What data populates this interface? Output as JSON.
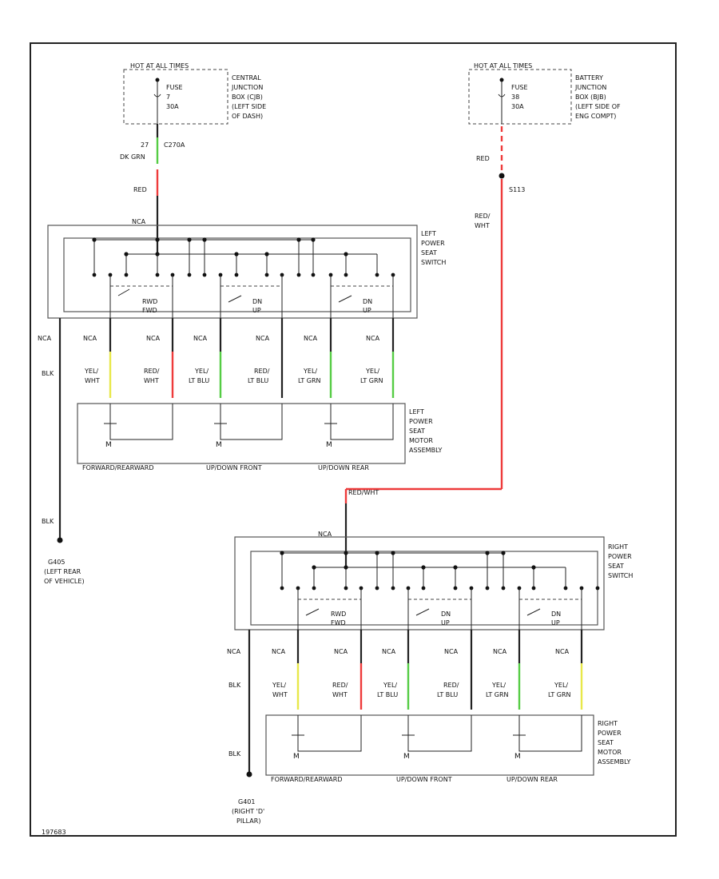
{
  "diagram_id": "197683",
  "fuse_left": {
    "header": "HOT AT ALL TIMES",
    "fuse": [
      "FUSE",
      "7",
      "30A"
    ],
    "location": [
      "CENTRAL",
      "JUNCTION",
      "BOX (CJB)",
      "(LEFT SIDE",
      "OF DASH)"
    ]
  },
  "fuse_right": {
    "header": "HOT AT ALL TIMES",
    "fuse": [
      "FUSE",
      "38",
      "30A"
    ],
    "location": [
      "BATTERY",
      "JUNCTION",
      "BOX (BJB)",
      "(LEFT SIDE OF",
      "ENG COMPT)"
    ]
  },
  "left_feed": {
    "pin": "27",
    "connector": "C270A",
    "wire1": "DK GRN",
    "wire2": "RED",
    "nca": "NCA"
  },
  "right_feed": {
    "wire1": "RED",
    "splice": "S113",
    "wire2": [
      "RED/",
      "WHT"
    ],
    "joint": "RED/WHT"
  },
  "left_switch": {
    "name": [
      "LEFT",
      "POWER",
      "SEAT",
      "SWITCH"
    ],
    "sections": [
      [
        "RWD",
        "FWD"
      ],
      [
        "DN",
        "UP"
      ],
      [
        "DN",
        "UP"
      ]
    ],
    "nca_labels": [
      "NCA",
      "NCA",
      "NCA",
      "NCA",
      "NCA",
      "NCA",
      "NCA"
    ],
    "ground_wire": "BLK",
    "wires": [
      [
        "YEL/",
        "WHT"
      ],
      [
        "RED/",
        "WHT"
      ],
      [
        "YEL/",
        "LT BLU"
      ],
      [
        "RED/",
        "LT BLU"
      ],
      [
        "YEL/",
        "LT GRN"
      ],
      [
        "YEL/",
        "LT GRN"
      ]
    ]
  },
  "left_motor": {
    "name": [
      "LEFT",
      "POWER",
      "SEAT",
      "MOTOR",
      "ASSEMBLY"
    ],
    "sections": [
      "FORWARD/REARWARD",
      "UP/DOWN FRONT",
      "UP/DOWN REAR"
    ],
    "m_labels": [
      "M",
      "M",
      "M"
    ]
  },
  "left_ground": {
    "wire": "BLK",
    "id": "G405",
    "desc": [
      "(LEFT REAR",
      "OF VEHICLE)"
    ]
  },
  "right_switch": {
    "name": [
      "RIGHT",
      "POWER",
      "SEAT",
      "SWITCH"
    ],
    "sections": [
      [
        "RWD",
        "FWD"
      ],
      [
        "DN",
        "UP"
      ],
      [
        "DN",
        "UP"
      ]
    ],
    "nca_top": "NCA",
    "nca_labels": [
      "NCA",
      "NCA",
      "NCA",
      "NCA",
      "NCA",
      "NCA",
      "NCA"
    ],
    "ground_wire": "BLK",
    "wires": [
      [
        "YEL/",
        "WHT"
      ],
      [
        "RED/",
        "WHT"
      ],
      [
        "YEL/",
        "LT BLU"
      ],
      [
        "RED/",
        "LT BLU"
      ],
      [
        "YEL/",
        "LT GRN"
      ],
      [
        "YEL/",
        "LT GRN"
      ]
    ]
  },
  "right_motor": {
    "name": [
      "RIGHT",
      "POWER",
      "SEAT",
      "MOTOR",
      "ASSEMBLY"
    ],
    "sections": [
      "FORWARD/REARWARD",
      "UP/DOWN FRONT",
      "UP/DOWN REAR"
    ],
    "m_labels": [
      "M",
      "M",
      "M"
    ]
  },
  "right_ground": {
    "wire": "BLK",
    "id": "G401",
    "desc": [
      "(RIGHT 'D'",
      "PILLAR)"
    ]
  },
  "colors": {
    "red": "#ee3b3b",
    "green": "#55cc44",
    "yellow": "#e8e84a",
    "line": "#222222"
  }
}
